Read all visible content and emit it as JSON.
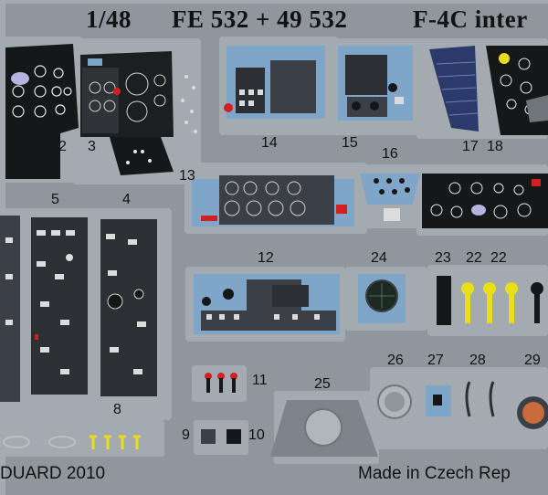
{
  "header": {
    "scale": "1/48",
    "product_codes": "FE 532 + 49 532",
    "title_fragment": "F-4C inter"
  },
  "part_numbers": [
    "2",
    "3",
    "4",
    "5",
    "8",
    "9",
    "10",
    "11",
    "12",
    "13",
    "14",
    "15",
    "16",
    "17",
    "18",
    "22",
    "22",
    "23",
    "24",
    "25",
    "26",
    "27",
    "28",
    "29"
  ],
  "footer": {
    "left": "DUARD 2010",
    "right": "Made in Czech Rep"
  },
  "colors": {
    "background": "#8f979c",
    "fret": "#a3abb0",
    "panel_dark": "#151719",
    "panel_blue": "#7fa6c8",
    "accent_red": "#d22020",
    "accent_yellow": "#e8de1a"
  }
}
